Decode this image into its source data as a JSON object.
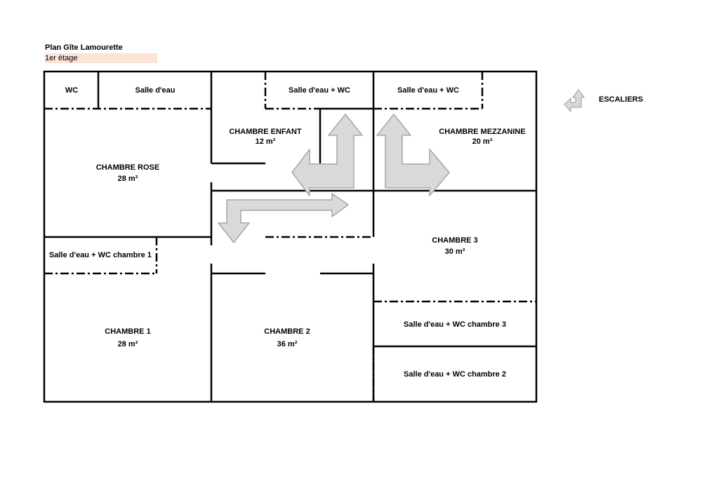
{
  "header": {
    "title": "Plan Gîte Lamourette",
    "subtitle": "1er étage"
  },
  "rooms": {
    "wc": "WC",
    "salle_eau": "Salle d'eau",
    "salle_eau_wc_a": "Salle d'eau + WC",
    "salle_eau_wc_b": "Salle d'eau + WC",
    "chambre_enfant": {
      "name": "CHAMBRE ENFANT",
      "area": "12 m²"
    },
    "chambre_mezzanine": {
      "name": "CHAMBRE MEZZANINE",
      "area": "20 m²"
    },
    "chambre_rose": {
      "name": "CHAMBRE ROSE",
      "area": "28 m²"
    },
    "sde_wc_ch1": "Salle d'eau + WC chambre 1",
    "chambre_3": {
      "name": "CHAMBRE 3",
      "area": "30 m²"
    },
    "sde_wc_ch3": "Salle d'eau + WC chambre 3",
    "chambre_1": {
      "name": "CHAMBRE 1",
      "area": "28 m²"
    },
    "chambre_2": {
      "name": "CHAMBRE 2",
      "area": "36 m²"
    },
    "sde_wc_ch2": "Salle d'eau + WC chambre 2"
  },
  "legend": {
    "stairs": "ESCALIERS"
  },
  "colors": {
    "arrow_fill": "#d9d9d9",
    "arrow_stroke": "#a6a6a6",
    "subtitle_bg": "#fbe3d6",
    "wall": "#000000"
  }
}
